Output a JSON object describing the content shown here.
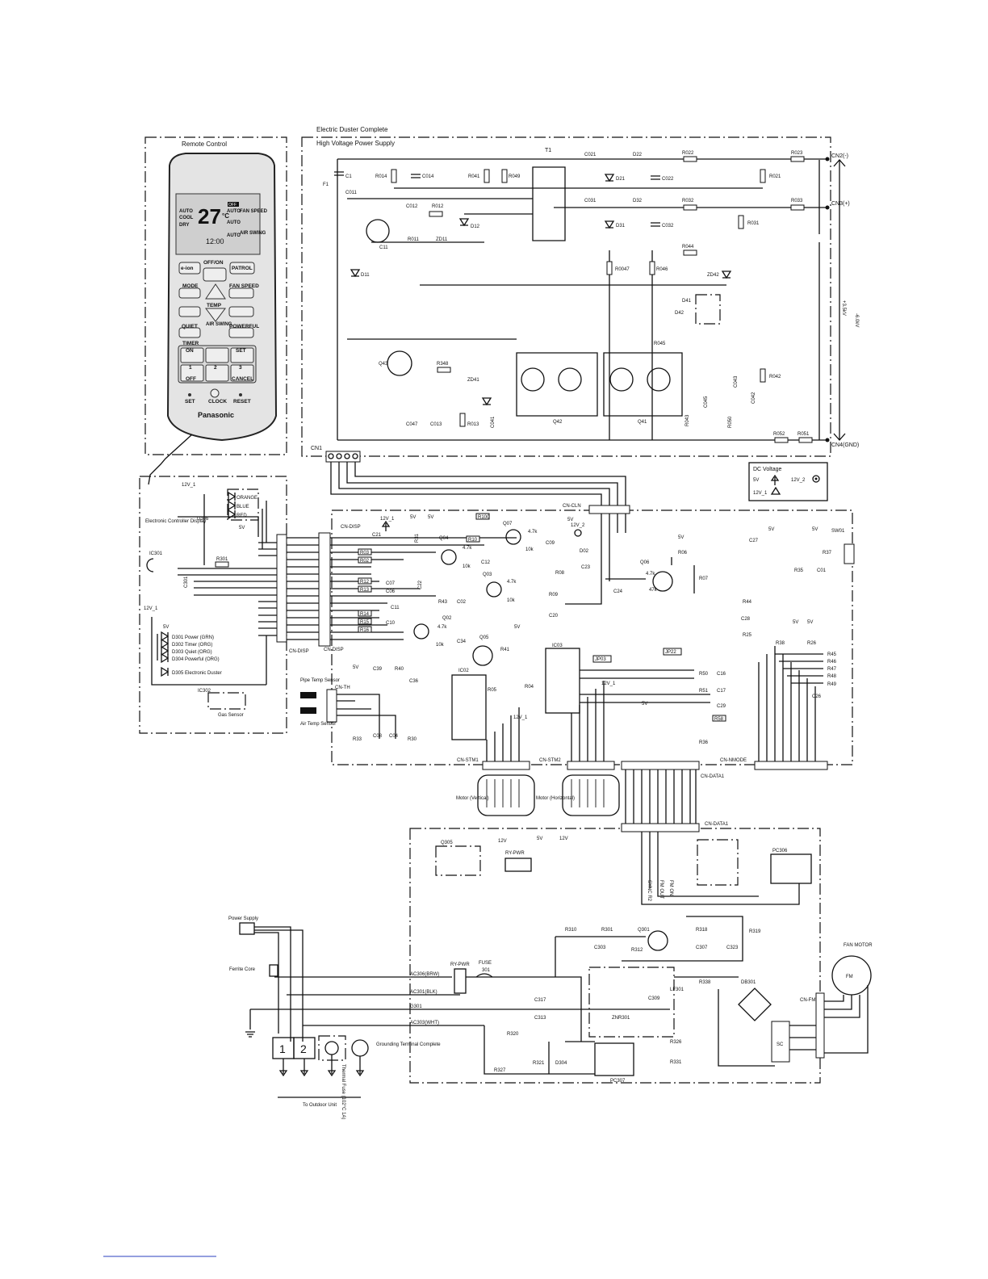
{
  "blocks": {
    "remote_control": "Remote Control",
    "electric_duster": "Electric Duster Complete",
    "hv_power_supply": "High Voltage Power Supply",
    "display": "Electronic Controller Display",
    "power_supply": "Power Supply",
    "ferrite_core": "Ferrite Core",
    "grounding": "Grounding Terminal Complete",
    "outdoor": "To Outdoor Unit",
    "pipe_sensor": "Pipe Temp Sensor",
    "air_sensor": "Air Temp Sensor",
    "gas_sensor": "Gas Sensor",
    "motor_vertical": "Motor (Vertical)",
    "motor_horizontal": "Motor (Horizontal)",
    "fan_motor": "FAN MOTOR",
    "thermal_fuse": "Thermal Fuse (102°C 1A)",
    "dc_voltage": "DC Voltage",
    "dc_5v": "5V",
    "dc_12v1": "12V_1",
    "dc_12v2": "12V_2"
  },
  "remote": {
    "temp_display": "27",
    "unit": "°C",
    "off": "OFF",
    "auto": "AUTO",
    "cool": "COOL",
    "dry": "DRY",
    "fan_speed": "FAN SPEED",
    "air_swing": "AIR SWING",
    "clock_display": "12:00",
    "eion": "e-ion",
    "offon": "OFF/ON",
    "patrol": "PATROL",
    "mode": "MODE",
    "fanspeed_btn": "FAN SPEED",
    "temp": "TEMP",
    "airswing": "AIR SWING",
    "quiet": "QUIET",
    "powerful": "POWERFUL",
    "timer": "TIMER",
    "on": "ON",
    "set": "SET",
    "n1": "1",
    "n2": "2",
    "n3": "3",
    "off_btn": "OFF",
    "cancel": "CANCEL",
    "set_small": "SET",
    "clock": "CLOCK",
    "reset": "RESET",
    "brand": "Panasonic"
  },
  "connectors": {
    "cn1": "CN1",
    "cn2": "CN2(-)",
    "cn3": "CN3(+)",
    "cn4": "CN4(GND)",
    "cn_disp": "CN-DISP",
    "cn_cln": "CN-CLN",
    "cn_th": "CN-TH",
    "cn_stm1": "CN-STM1",
    "cn_stm2": "CN-STM2",
    "cn_nmode": "CN-NMODE",
    "cn_data1": "CN-DATA1",
    "cn_fm": "CN-FM"
  },
  "voltages": {
    "plus35": "+3.5kV",
    "minus6": "-6.0kV",
    "v5": "5V",
    "v12": "12V",
    "v12_1": "12V_1",
    "v12_2": "12V_2"
  },
  "leds": {
    "orange": "ORANGE",
    "blue": "BLUE",
    "red": "RED",
    "d306": "D306",
    "d301": "D301 Power (GRN)",
    "d302": "D302 Timer (ORG)",
    "d303": "D303 Quiet (ORG)",
    "d304": "D304 Powerful (ORG)",
    "d305": "D305 Electronic Duster"
  },
  "hv_parts": {
    "t1": "T1",
    "f1": "F1",
    "c1": "C1",
    "r014": "R014",
    "c014": "C014",
    "r041": "R041",
    "r049": "R049",
    "c011": "C011",
    "c012": "C012",
    "r012": "R012",
    "d12": "D12",
    "c11": "C11",
    "r011": "R011",
    "zd11": "ZD11",
    "d11": "D11",
    "c021": "C021",
    "d22": "D22",
    "r022": "R022",
    "r023": "R023",
    "d21": "D21",
    "c022": "C022",
    "r021": "R021",
    "c031": "C031",
    "d32": "D32",
    "r032": "R032",
    "r033": "R033",
    "d31": "D31",
    "c032": "C032",
    "r031": "R031",
    "r044": "R044",
    "r0047": "R0047",
    "r046": "R046",
    "zd42": "ZD42",
    "d41": "D41",
    "d42": "D42",
    "r045": "R045",
    "q43": "Q43",
    "r348": "R348",
    "zd41": "ZD41",
    "c047": "C047",
    "c013": "C013",
    "r013": "R013",
    "c041": "C041",
    "q42": "Q42",
    "q41": "Q41",
    "r043": "R043",
    "c045": "C045",
    "r050": "R050",
    "c043": "C043",
    "c042": "C042",
    "r042": "R042",
    "r052": "R052",
    "r051": "R051"
  },
  "ctrl_parts": {
    "ic301": "IC301",
    "r301": "R301",
    "c301": "C301",
    "ic302": "IC302",
    "r03": "R03",
    "r02": "R02",
    "r11": "R11",
    "r12": "R12",
    "r13": "R13",
    "r14": "R14",
    "r15": "R15",
    "r16": "R16",
    "c21": "C21",
    "r31": "R31",
    "r100": "R100",
    "r10": "R10",
    "q07": "Q07",
    "k47a": "4.7k",
    "c09": "C09",
    "k10a": "10k",
    "q04": "Q04",
    "c12": "C12",
    "k47b": "4.7k",
    "k10b": "10k",
    "c07": "C07",
    "c06": "C06",
    "c22": "C22",
    "q03": "Q03",
    "k47c": "4.7k",
    "k10c": "10k",
    "r43": "R43",
    "c02": "C02",
    "r09": "R09",
    "c20": "C20",
    "d02": "D02",
    "r08": "R08",
    "c23": "C23",
    "c24": "C24",
    "c11": "C11",
    "c10": "C10",
    "q02": "Q02",
    "k47d": "4.7k",
    "k10d": "10k",
    "c34": "C34",
    "q05": "Q05",
    "r41": "R41",
    "c39": "C39",
    "r40": "R40",
    "c36": "C36",
    "ic02": "IC02",
    "r05": "R05",
    "r04": "R04",
    "ic03": "IC03",
    "jp03": "JP03",
    "jp22": "JP22",
    "r33": "R33",
    "c08": "C08",
    "c04": "C04",
    "r30": "R30",
    "q06": "Q06",
    "r06": "R06",
    "r07": "R07",
    "k47e": "4.7k",
    "k47f": "47k",
    "c27": "C27",
    "sw01": "SW01",
    "r37": "R37",
    "r35": "R35",
    "c01": "C01",
    "r44": "R44",
    "c28": "C28",
    "r25": "R25",
    "r38": "R38",
    "r26": "R26",
    "r45": "R45",
    "r46": "R46",
    "r47": "R47",
    "r48": "R48",
    "r49": "R49",
    "r50": "R50",
    "c16": "C16",
    "r51": "R51",
    "c17": "C17",
    "c29": "C29",
    "c26": "C26",
    "r58": "R58",
    "r36": "R36"
  },
  "power_parts": {
    "q305": "Q305",
    "ry_pwr": "RY-PWR",
    "pc306": "PC306",
    "sync_r2": "SYNC R2",
    "fm_out": "FM OUT",
    "fm_on": "FM ON",
    "r310": "R310",
    "r301": "R301",
    "q301": "Q301",
    "r318": "R318",
    "r319": "R319",
    "c303": "C303",
    "r312": "R312",
    "c307": "C307",
    "c323": "C323",
    "ac306": "AC306(BRW)",
    "ac301": "AC301(BLK)",
    "g301": "G301",
    "ac303": "AC303(WHT)",
    "fuse": "FUSE",
    "fuse_no": "301",
    "c317": "C317",
    "c313": "C313",
    "znr301": "ZNR301",
    "c309": "C309",
    "lf301": "LF301",
    "r338": "R338",
    "db301": "DB301",
    "r320": "R320",
    "r326": "R326",
    "r331": "R331",
    "r321": "R321",
    "d304": "D304",
    "pc307": "PC307",
    "r327": "R327",
    "fm": "FM",
    "sc": "SC",
    "t1": "1",
    "t2": "2"
  },
  "colors": {
    "ink": "#111111",
    "paper": "#ffffff",
    "remote_body": "#e4e4e4",
    "lcd": "#cfcfcf"
  }
}
